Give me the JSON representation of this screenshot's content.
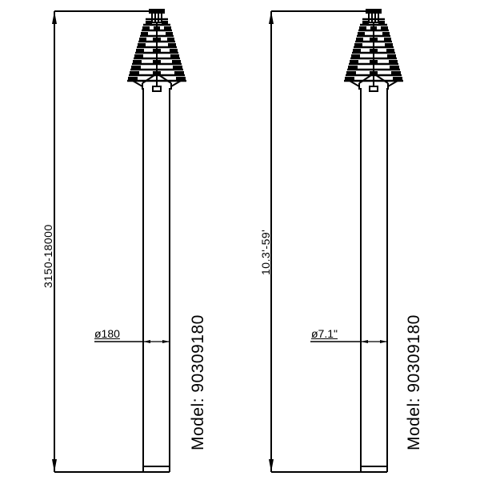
{
  "drawing": {
    "stroke_color": "#000000",
    "background": "#ffffff"
  },
  "left_pole": {
    "height_dimension": "3150-18000",
    "diameter_label": "ø180",
    "model_label": "Model: 90309180",
    "units": "mm"
  },
  "right_pole": {
    "height_dimension": "10.3'-59'",
    "diameter_label": "ø7.1\"",
    "model_label": "Model: 90309180",
    "units": "imperial"
  }
}
